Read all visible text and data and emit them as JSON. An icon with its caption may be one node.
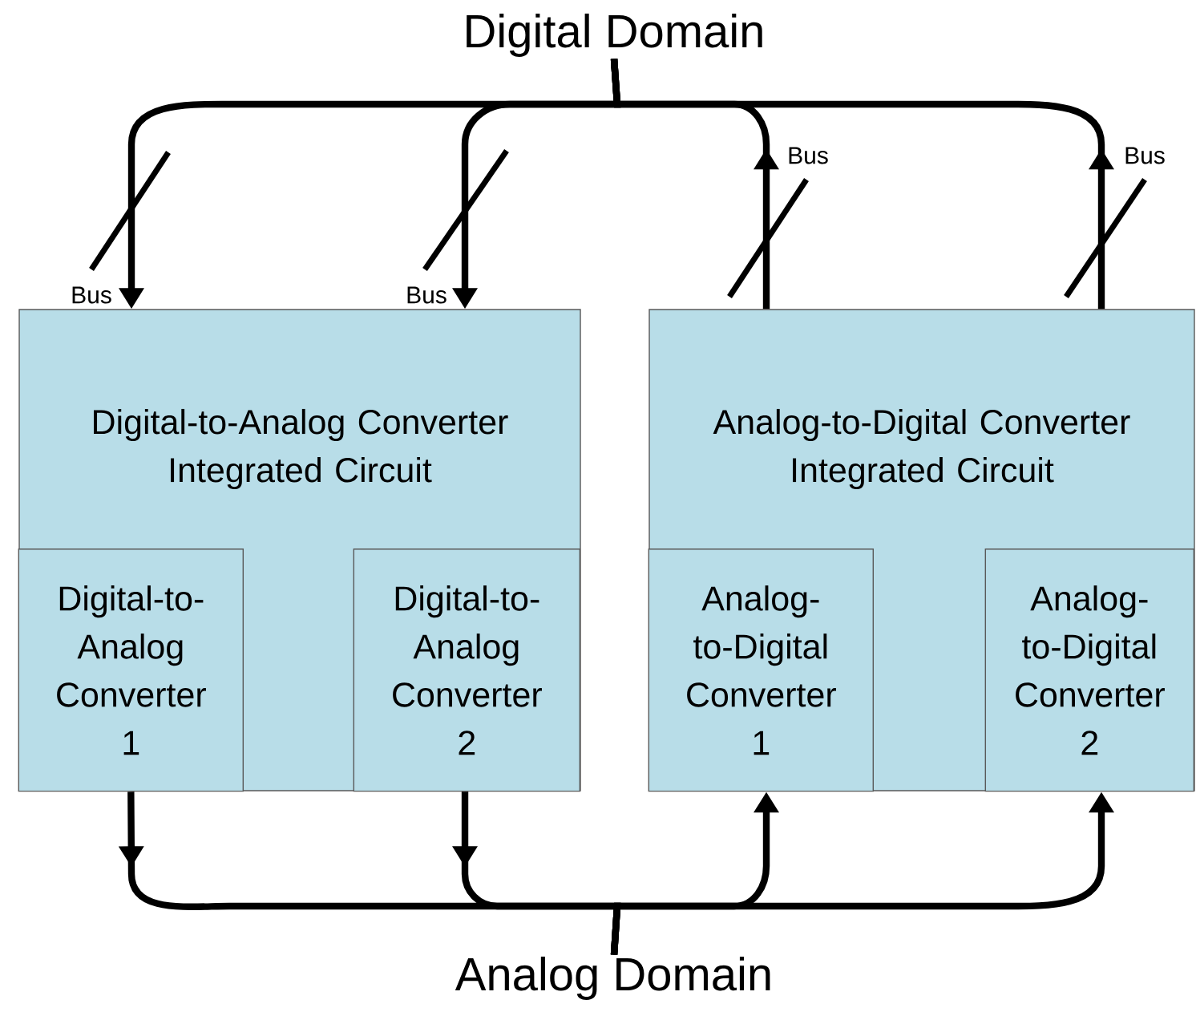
{
  "diagram": {
    "nodes": [
      {
        "text": [
          "Digital Domain"
        ]
      },
      {
        "text": [
          "Digital-to-Analog Converter Integrated Circuit"
        ]
      },
      {
        "text": [
          "Digital-to-Analog Converter 1"
        ],
        "in": 1
      },
      {
        "text": [
          "Digital-to-Analog Converter 2"
        ],
        "in": 1
      },
      {
        "text": [
          "Analog-to-Digital Converter Integrated Circuit"
        ]
      },
      {
        "text": [
          "Analog-to-Digital Converter 1"
        ],
        "in": 4
      },
      {
        "text": [
          "Analog-to-Digital Converter 2"
        ],
        "in": 4
      },
      {
        "text": [
          "Analog Domain"
        ]
      }
    ],
    "edges": [
      {
        "from": 0,
        "to": 1,
        "arrow": "to",
        "label": "Bus"
      },
      {
        "from": 0,
        "to": 1,
        "arrow": "to",
        "label": "Bus"
      },
      {
        "from": 4,
        "to": 0,
        "arrow": "to",
        "label": "Bus"
      },
      {
        "from": 4,
        "to": 0,
        "arrow": "to",
        "label": "Bus"
      },
      {
        "from": 2,
        "to": 7,
        "arrow": "to"
      },
      {
        "from": 3,
        "to": 7,
        "arrow": "to"
      },
      {
        "from": 7,
        "to": 5,
        "arrow": "to"
      },
      {
        "from": 7,
        "to": 6,
        "arrow": "to"
      }
    ]
  }
}
